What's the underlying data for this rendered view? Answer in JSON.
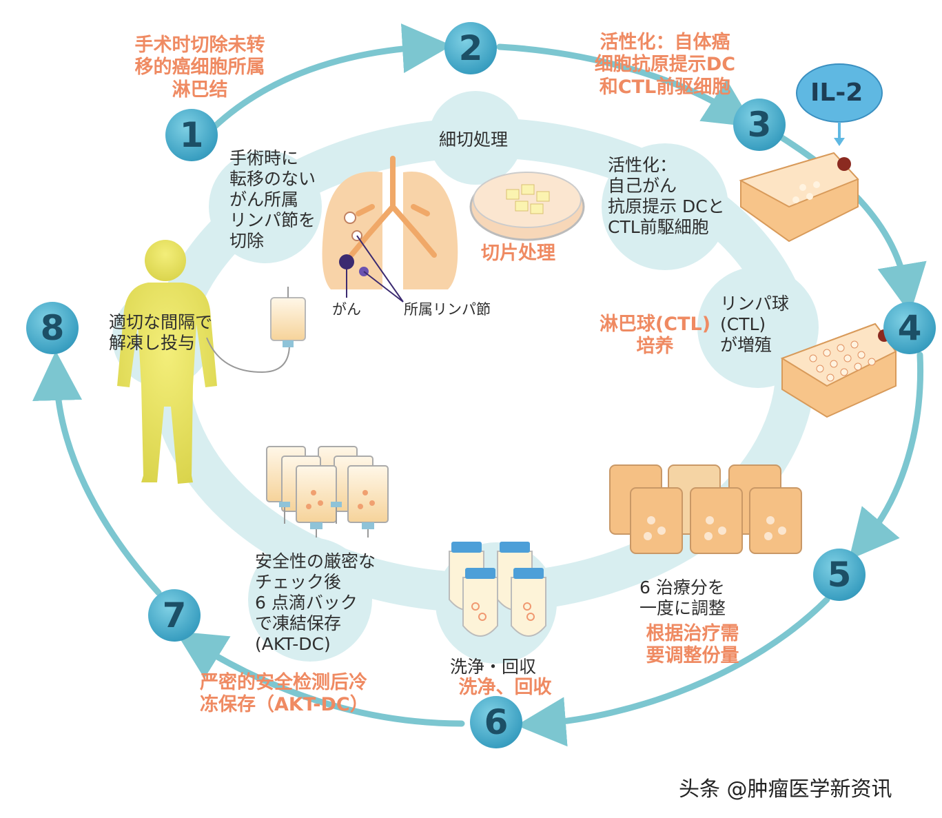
{
  "colors": {
    "cycle_arrow": "#7cc6d0",
    "inner_ring": "#d8eef0",
    "number_badge": "#3a9fc1",
    "chinese_text": "#ef8a62",
    "japanese_text": "#2e2e2e",
    "body_silhouette": "#e4df5a",
    "culture_medium": "#f7c489"
  },
  "steps": [
    {
      "number": "1",
      "jp": "手術時に\n転移のない\nがん所属\nリンパ節を\n切除",
      "cn": "手术时切除未转\n移的癌细胞所属\n淋巴结"
    },
    {
      "number": "2",
      "jp": "細切処理",
      "cn": "切片处理"
    },
    {
      "number": "3",
      "jp": "活性化：\n自己がん\n抗原提示 DCと\nCTL前駆細胞",
      "cn": "活性化：自体癌\n细胞抗原提示DC\n和CTL前驱细胞"
    },
    {
      "number": "4",
      "jp": "リンパ球\n(CTL)\nが増殖",
      "cn": "淋巴球(CTL)\n培养"
    },
    {
      "number": "5",
      "jp": "6 治療分を\n一度に調整",
      "cn": "根据治疗需\n要调整份量"
    },
    {
      "number": "6",
      "jp": "洗浄・回収",
      "cn": "洗净、回收"
    },
    {
      "number": "7",
      "jp": "安全性の厳密な\nチェック後\n6 点滴バック\nで凍結保存\n(AKT-DC)",
      "cn": "严密的安全检测后冷\n冻保存（AKT-DC）"
    },
    {
      "number": "8",
      "jp": "適切な間隔で\n解凍し投与",
      "cn": ""
    }
  ],
  "labels": {
    "il2": "IL-2",
    "cancer": "がん",
    "lymph_node": "所属リンパ節"
  },
  "watermark": "头条 @肿瘤医学新资讯",
  "icons": [
    "human-silhouette-icon",
    "lungs-icon",
    "petri-dish-icon",
    "culture-flask-icon",
    "iv-bag-icon",
    "centrifuge-tube-icon"
  ]
}
